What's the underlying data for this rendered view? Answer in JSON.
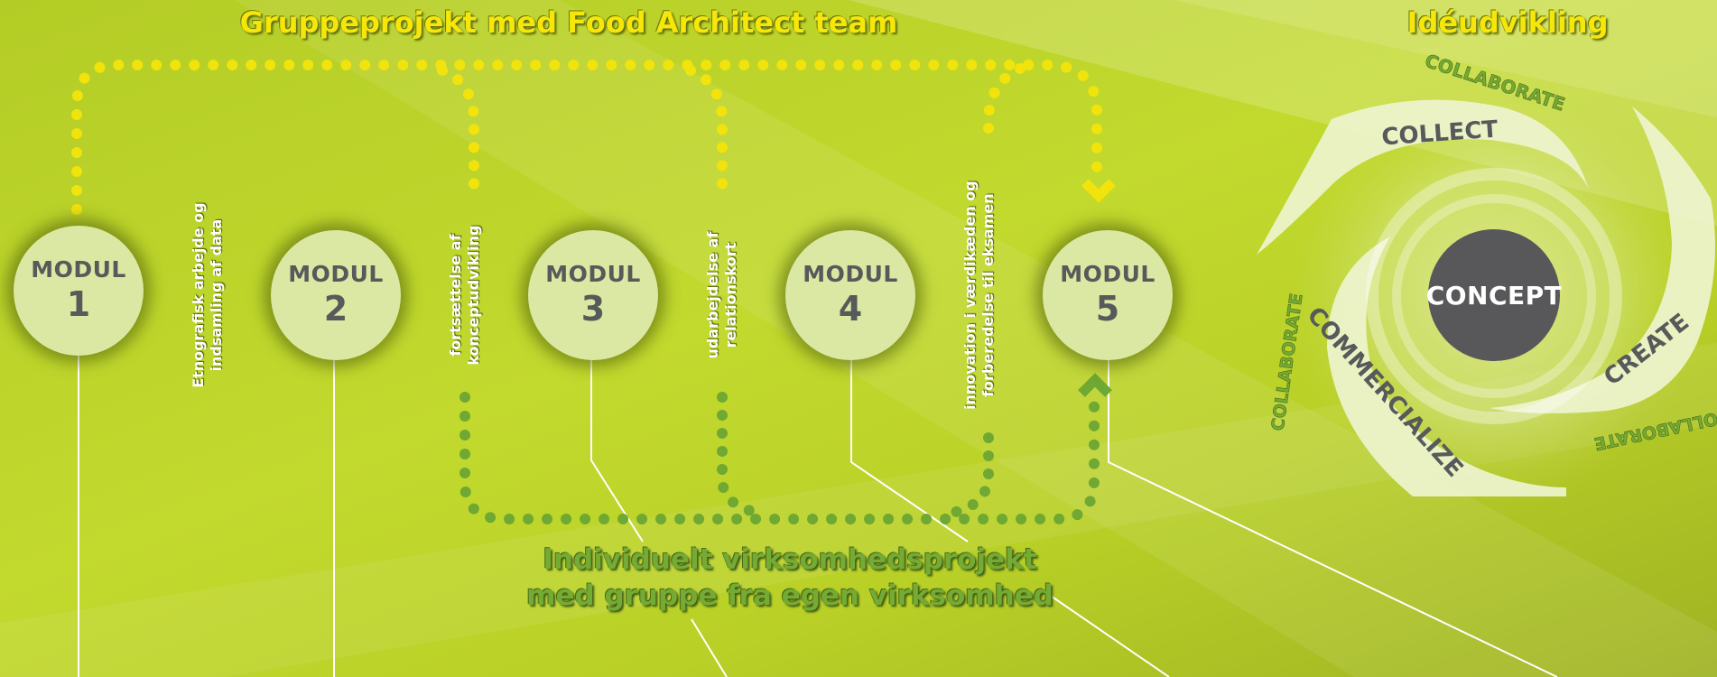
{
  "header": {
    "group_title": "Gruppeprojekt med Food Architect team",
    "idea_title": "Idéudvikling"
  },
  "footer": {
    "individual_line1": "Individuelt virksomhedsprojekt",
    "individual_line2": "med gruppe fra egen virksomhed"
  },
  "modules": [
    {
      "label": "MODUL",
      "number": "1"
    },
    {
      "label": "MODUL",
      "number": "2"
    },
    {
      "label": "MODUL",
      "number": "3"
    },
    {
      "label": "MODUL",
      "number": "4"
    },
    {
      "label": "MODUL",
      "number": "5"
    }
  ],
  "activities": [
    {
      "line1": "Etnografisk arbejde og",
      "line2": "indsamling af data"
    },
    {
      "line1": "fortsættelse af",
      "line2": "konceptudvikling"
    },
    {
      "line1": "udarbejdelse af",
      "line2": "relationskort"
    },
    {
      "line1": "innovation i værdikæden og",
      "line2": "forberedelse til eksamen"
    }
  ],
  "cycle": {
    "center": "CONCEPT",
    "collect": "COLLECT",
    "create": "CREATE",
    "commercialize": "COMMERCIALIZE",
    "collaborate_top": "COLLABORATE",
    "collaborate_left": "COLLABORATE",
    "collaborate_right": "COLLABORATE"
  },
  "colors": {
    "background": "#b9d027",
    "group_path": "#f2e30c",
    "individual_path": "#6fa832",
    "module_fill": "#dbe8a3",
    "concept_fill": "#58585b",
    "text_dark": "#565a5a"
  }
}
